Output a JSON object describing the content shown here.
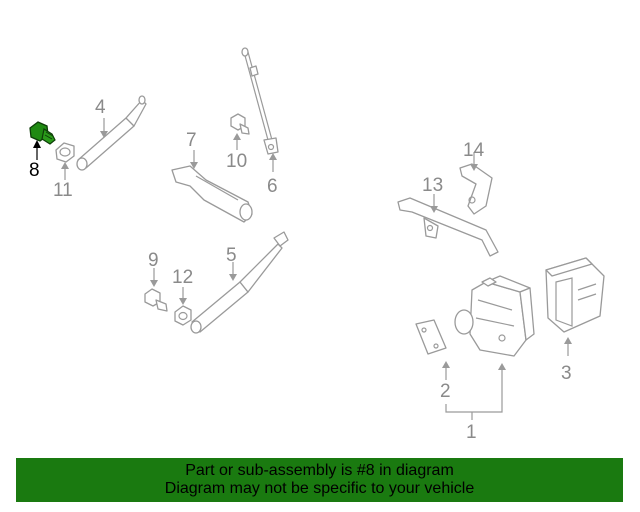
{
  "callouts": {
    "c1": "1",
    "c2": "2",
    "c3": "3",
    "c4": "4",
    "c5": "5",
    "c6": "6",
    "c7": "7",
    "c8": "8",
    "c9": "9",
    "c10": "10",
    "c11": "11",
    "c12": "12",
    "c13": "13",
    "c14": "14"
  },
  "highlight": {
    "callout": "8",
    "color": "#1f8a12"
  },
  "banner": {
    "line1": "Part or sub-assembly is #8 in diagram",
    "line2": "Diagram may not be specific to your vehicle",
    "background": "#1a7a10"
  }
}
